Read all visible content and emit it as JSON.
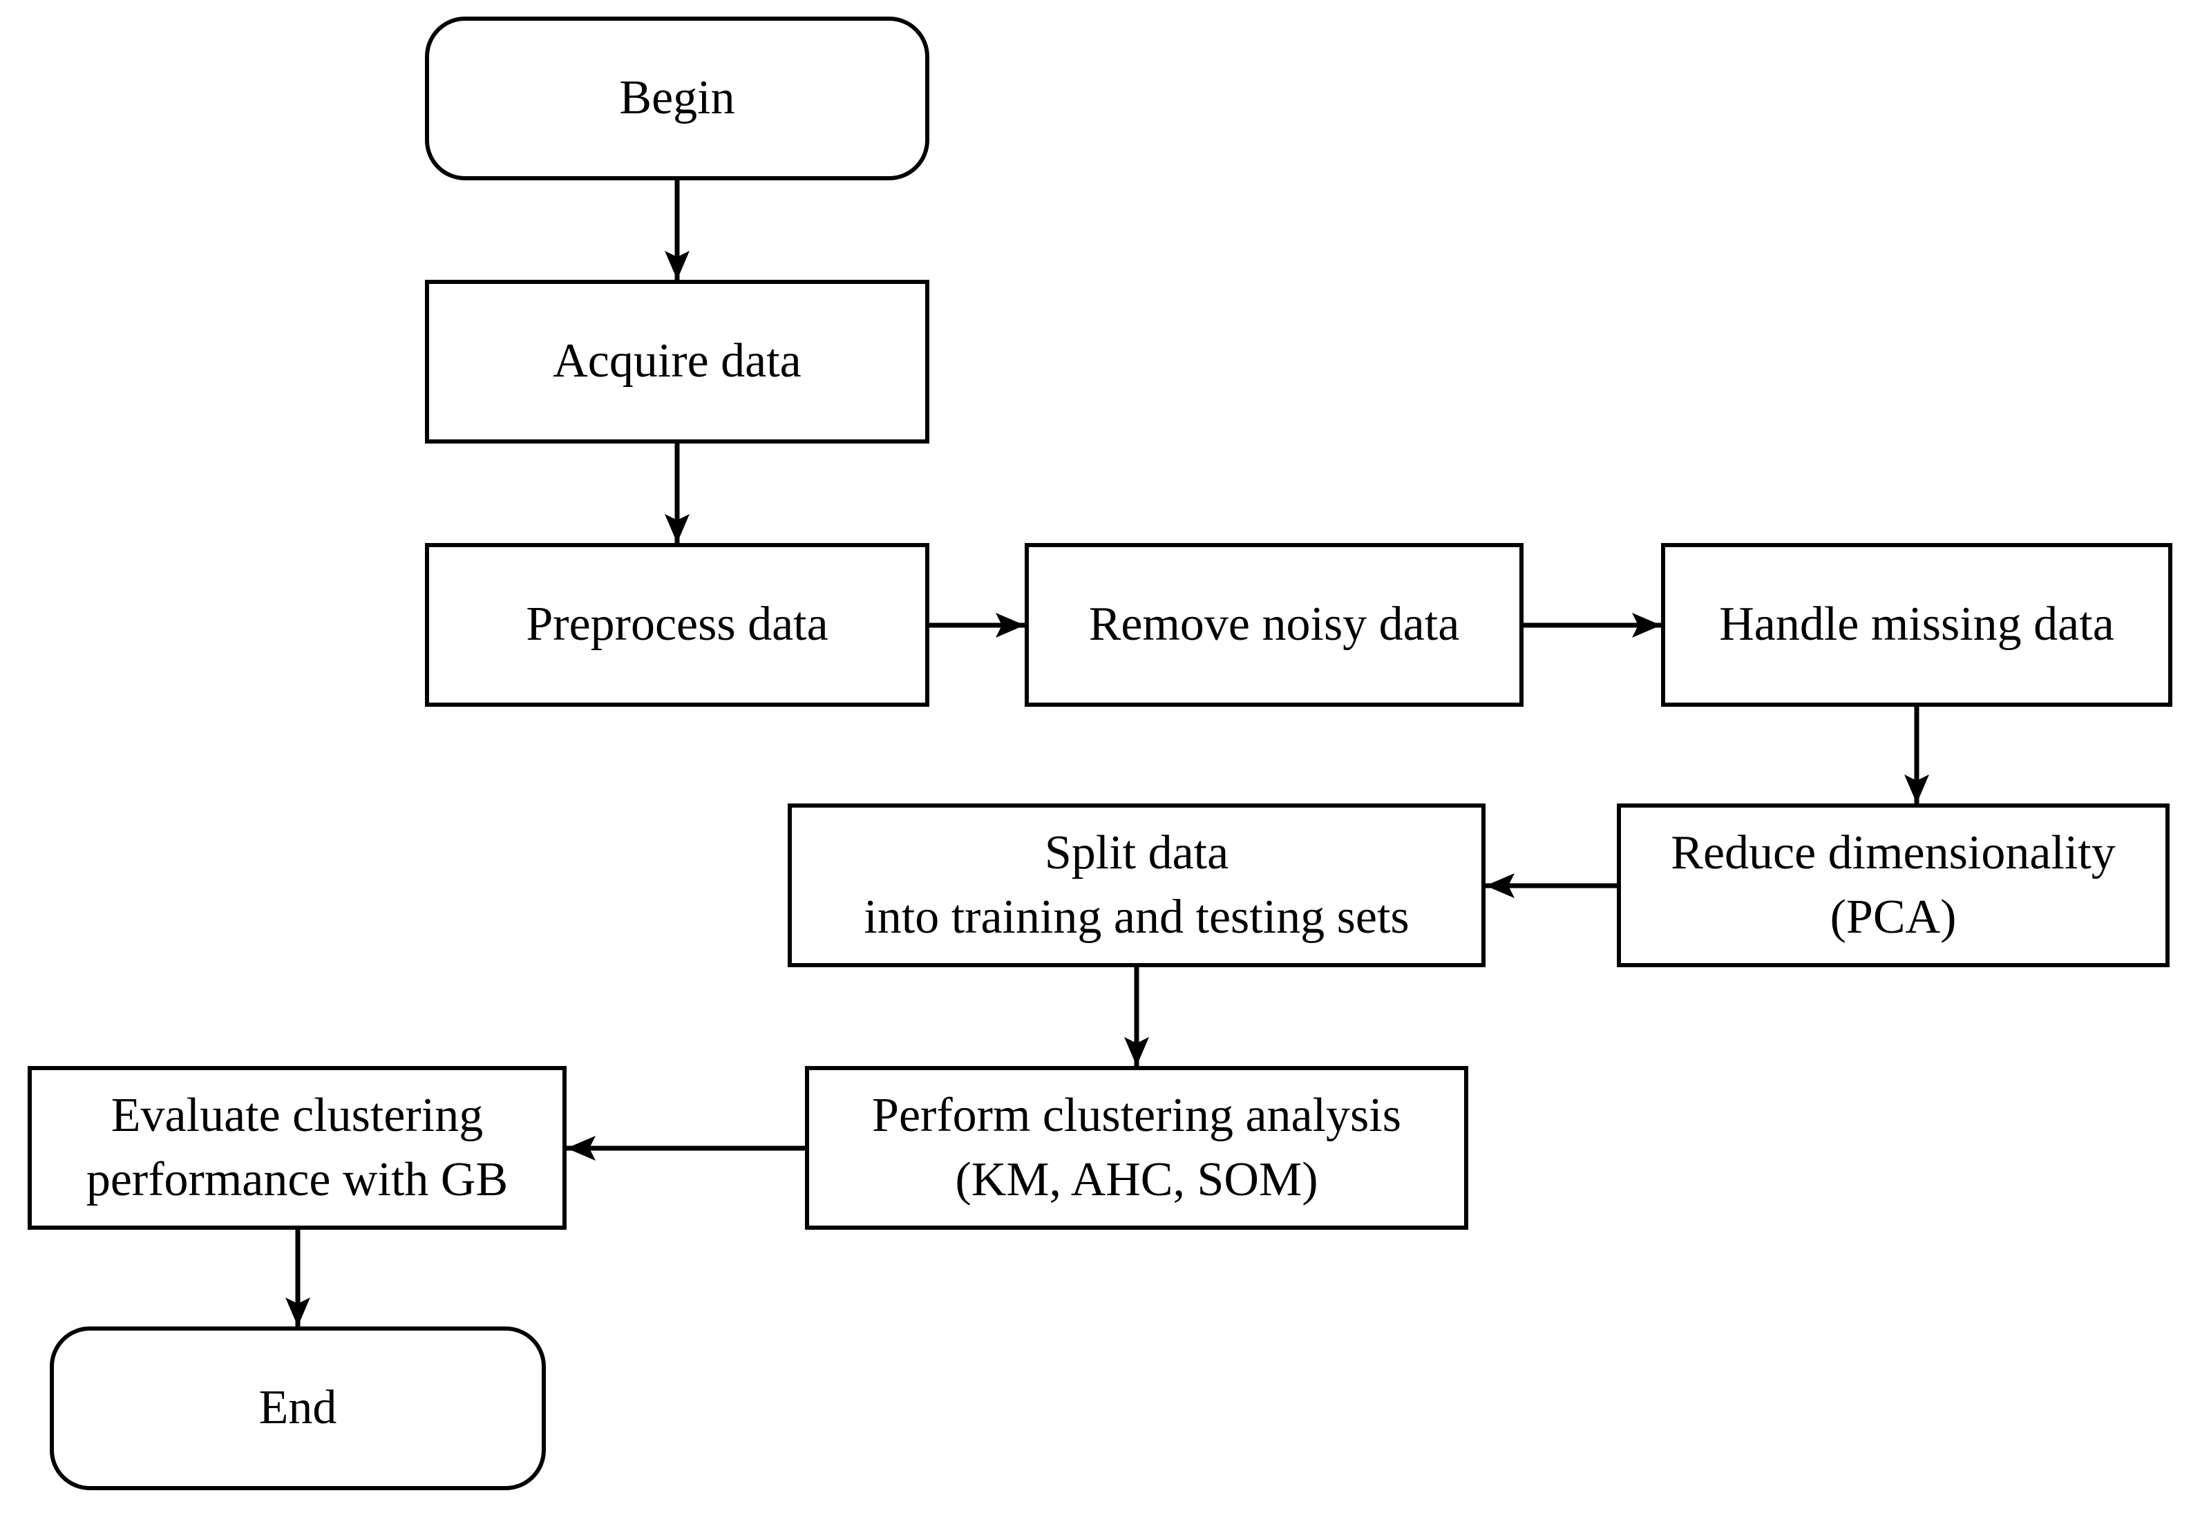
{
  "diagram": {
    "type": "flowchart",
    "background_color": "#ffffff",
    "stroke_color": "#000000",
    "text_color": "#000000",
    "nodes": {
      "begin": {
        "shape": "rounded-terminator",
        "label": "Begin"
      },
      "acquire": {
        "shape": "rectangle",
        "label": "Acquire data"
      },
      "preprocess": {
        "shape": "rectangle",
        "label": "Preprocess data"
      },
      "remove_noisy": {
        "shape": "rectangle",
        "label": "Remove noisy data"
      },
      "handle_missing": {
        "shape": "rectangle",
        "label": "Handle missing data"
      },
      "split_data": {
        "shape": "rectangle",
        "line1": "Split data",
        "line2": "into training and testing sets"
      },
      "reduce_dimensionality": {
        "shape": "rectangle",
        "line1": "Reduce dimensionality",
        "line2": "(PCA)"
      },
      "perform_clustering": {
        "shape": "rectangle",
        "line1": "Perform clustering analysis",
        "line2": "(KM, AHC, SOM)"
      },
      "evaluate": {
        "shape": "rectangle",
        "line1": "Evaluate clustering",
        "line2": "performance with GB"
      },
      "end": {
        "shape": "rounded-terminator",
        "label": "End"
      }
    },
    "edges": [
      {
        "from": "begin",
        "to": "acquire",
        "direction": "down"
      },
      {
        "from": "acquire",
        "to": "preprocess",
        "direction": "down"
      },
      {
        "from": "preprocess",
        "to": "remove_noisy",
        "direction": "right"
      },
      {
        "from": "remove_noisy",
        "to": "handle_missing",
        "direction": "right"
      },
      {
        "from": "handle_missing",
        "to": "reduce_dimensionality",
        "direction": "down"
      },
      {
        "from": "reduce_dimensionality",
        "to": "split_data",
        "direction": "left"
      },
      {
        "from": "split_data",
        "to": "perform_clustering",
        "direction": "down"
      },
      {
        "from": "perform_clustering",
        "to": "evaluate",
        "direction": "left"
      },
      {
        "from": "evaluate",
        "to": "end",
        "direction": "down"
      }
    ]
  }
}
